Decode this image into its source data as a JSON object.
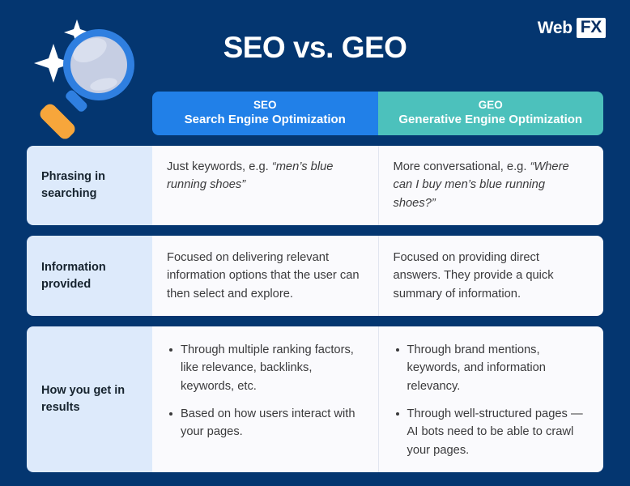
{
  "brand": {
    "name_primary": "Web",
    "name_secondary": "FX"
  },
  "title": "SEO vs. GEO",
  "illustration": {
    "icon": "magnifying-glass-with-sparkles",
    "ring_color": "#2F7FE0",
    "lens_color": "#C6CEE3",
    "handle_color": "#F7A63B",
    "sparkle_color": "#FFFFFF"
  },
  "colors": {
    "background": "#043670",
    "seo_header": "#2180E8",
    "geo_header": "#4CC1BC",
    "label_cell": "#DDEAFB",
    "body_cell": "#FAFAFD",
    "body_text": "#3A3A3C"
  },
  "columns": [
    {
      "abbr": "SEO",
      "full": "Search Engine Optimization"
    },
    {
      "abbr": "GEO",
      "full": "Generative Engine Optimization"
    }
  ],
  "rows": [
    {
      "label": "Phrasing in searching",
      "seo": {
        "lead": "Just keywords, e.g. ",
        "quote": "“men’s blue running shoes”"
      },
      "geo": {
        "lead": "More conversational, e.g. ",
        "quote": "“Where can I buy men’s blue running shoes?”"
      }
    },
    {
      "label": "Information provided",
      "seo": {
        "text": "Focused on delivering relevant information options that the user can then select and explore."
      },
      "geo": {
        "text": "Focused on providing direct answers. They provide a quick summary of information."
      }
    },
    {
      "label": "How you get in results",
      "seo": {
        "bullets": [
          "Through multiple ranking factors, like relevance, backlinks, keywords, etc.",
          "Based on how users interact with your pages."
        ]
      },
      "geo": {
        "bullets": [
          "Through brand mentions, keywords, and information relevancy.",
          "Through well-structured pages — AI bots need to be able to crawl your pages."
        ]
      }
    }
  ]
}
